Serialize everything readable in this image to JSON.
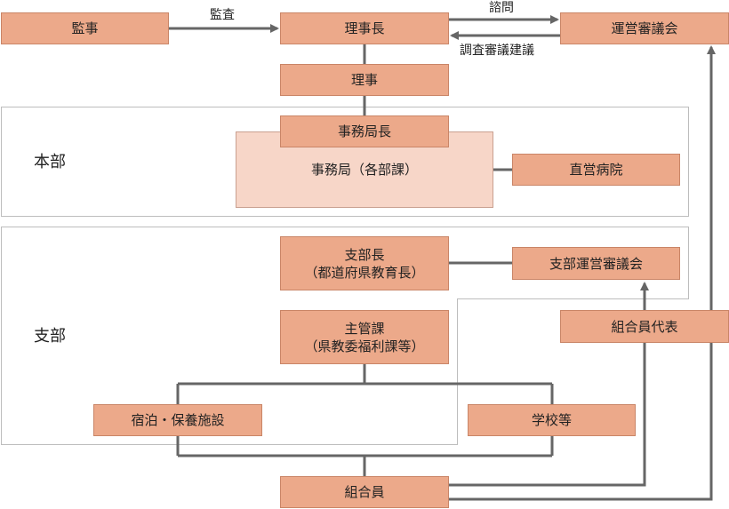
{
  "nodes": {
    "kanji": "監事",
    "rijicho": "理事長",
    "uneishingikai": "運営審議会",
    "riji": "理事",
    "jimukyokucho": "事務局長",
    "jimukyoku": "事務局（各部課）",
    "chokuei_byoin": "直営病院",
    "shibucho_line1": "支部長",
    "shibucho_line2": "（都道府県教育長）",
    "shibu_uneishingikai": "支部運営審議会",
    "kumiaiin_daihyo": "組合員代表",
    "shukanka_line1": "主管課",
    "shukanka_line2": "（県教委福利課等）",
    "shukuhaku": "宿泊・保養施設",
    "gakko": "学校等",
    "kumiaiin": "組合員"
  },
  "sections": {
    "honbu": "本部",
    "shibu": "支部"
  },
  "edge_labels": {
    "kansa": "監査",
    "shimon": "諮問",
    "chosa_shingi_kengi": "調査審議建議"
  },
  "colors": {
    "box_fill": "#ECA98A",
    "box_light_fill": "#F7D6C8",
    "line": "#666666"
  }
}
